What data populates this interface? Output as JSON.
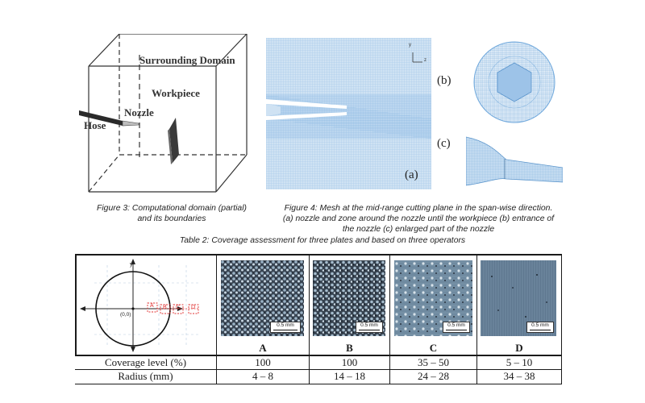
{
  "figure3": {
    "labels": {
      "surrounding": "Surrounding Domain",
      "workpiece": "Workpiece",
      "nozzle": "Nozzle",
      "hose": "Hose"
    },
    "caption_line1": "Figure 3: Computational domain (partial)",
    "caption_line2": "and its boundaries"
  },
  "figure4": {
    "panels": {
      "a": "(a)",
      "b": "(b)",
      "c": "(c)"
    },
    "axis_y": "y",
    "axis_z": "z",
    "caption_line1": "Figure 4: Mesh at the mid-range cutting plane in the span-wise direction.",
    "caption_line2": "(a) nozzle and zone around the nozzle until the workpiece (b) entrance of",
    "caption_line3": "the nozzle (c) enlarged part of the nozzle"
  },
  "table2": {
    "caption": "Table 2: Coverage assessment for three plates and based on three operators",
    "diagram": {
      "origin": "(0,0)",
      "axis": "y",
      "zones": [
        "A",
        "B",
        "C",
        "D"
      ]
    },
    "scale_label": "0.5 mm",
    "columns": [
      "A",
      "B",
      "C",
      "D"
    ],
    "rows": [
      {
        "label": "Coverage level (%)",
        "values": [
          "100",
          "100",
          "35 – 50",
          "5 – 10"
        ]
      },
      {
        "label": "Radius (mm)",
        "values": [
          "4 – 8",
          "14 – 18",
          "24 – 28",
          "34 – 38"
        ]
      }
    ],
    "colors": {
      "diagram_marks": "#e03030",
      "micro_dark": "#2a3440",
      "micro_light": "#8aa4b8"
    }
  }
}
